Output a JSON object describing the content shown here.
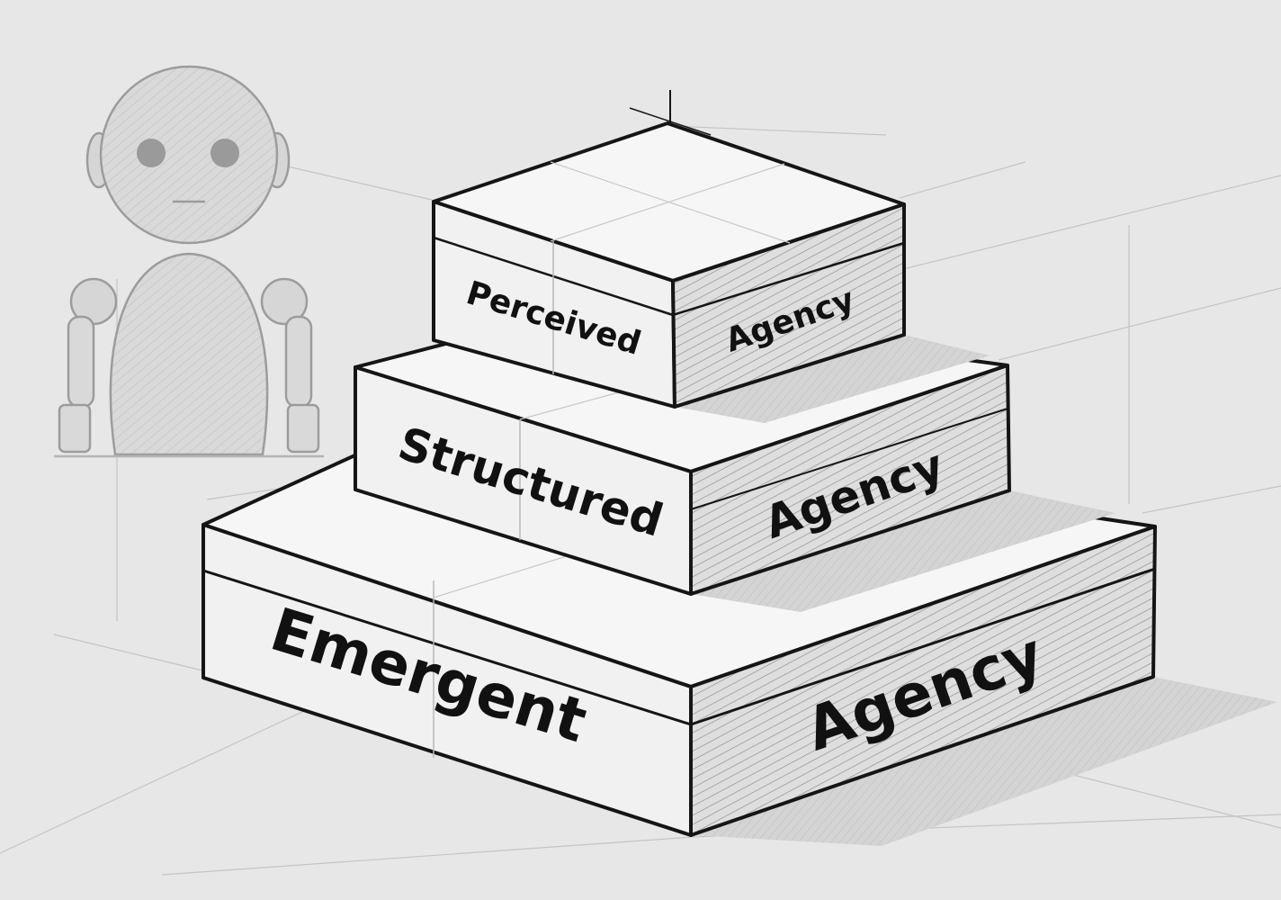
{
  "diagram": {
    "type": "stacked-tier-diagram",
    "tiers": [
      {
        "id": "perceived",
        "left_word": "Perceived",
        "right_word": "Agency"
      },
      {
        "id": "structured",
        "left_word": "Structured",
        "right_word": "Agency"
      },
      {
        "id": "emergent",
        "left_word": "Emergent",
        "right_word": "Agency"
      }
    ],
    "figure": {
      "icon": "robot-icon"
    },
    "colors": {
      "background": "#e7e7e7",
      "ink": "#151515",
      "top_face": "#f6f6f6",
      "front_face": "#f1f1f1",
      "side_face": "#dcdcdc",
      "robot": "#a8a8a8"
    }
  }
}
